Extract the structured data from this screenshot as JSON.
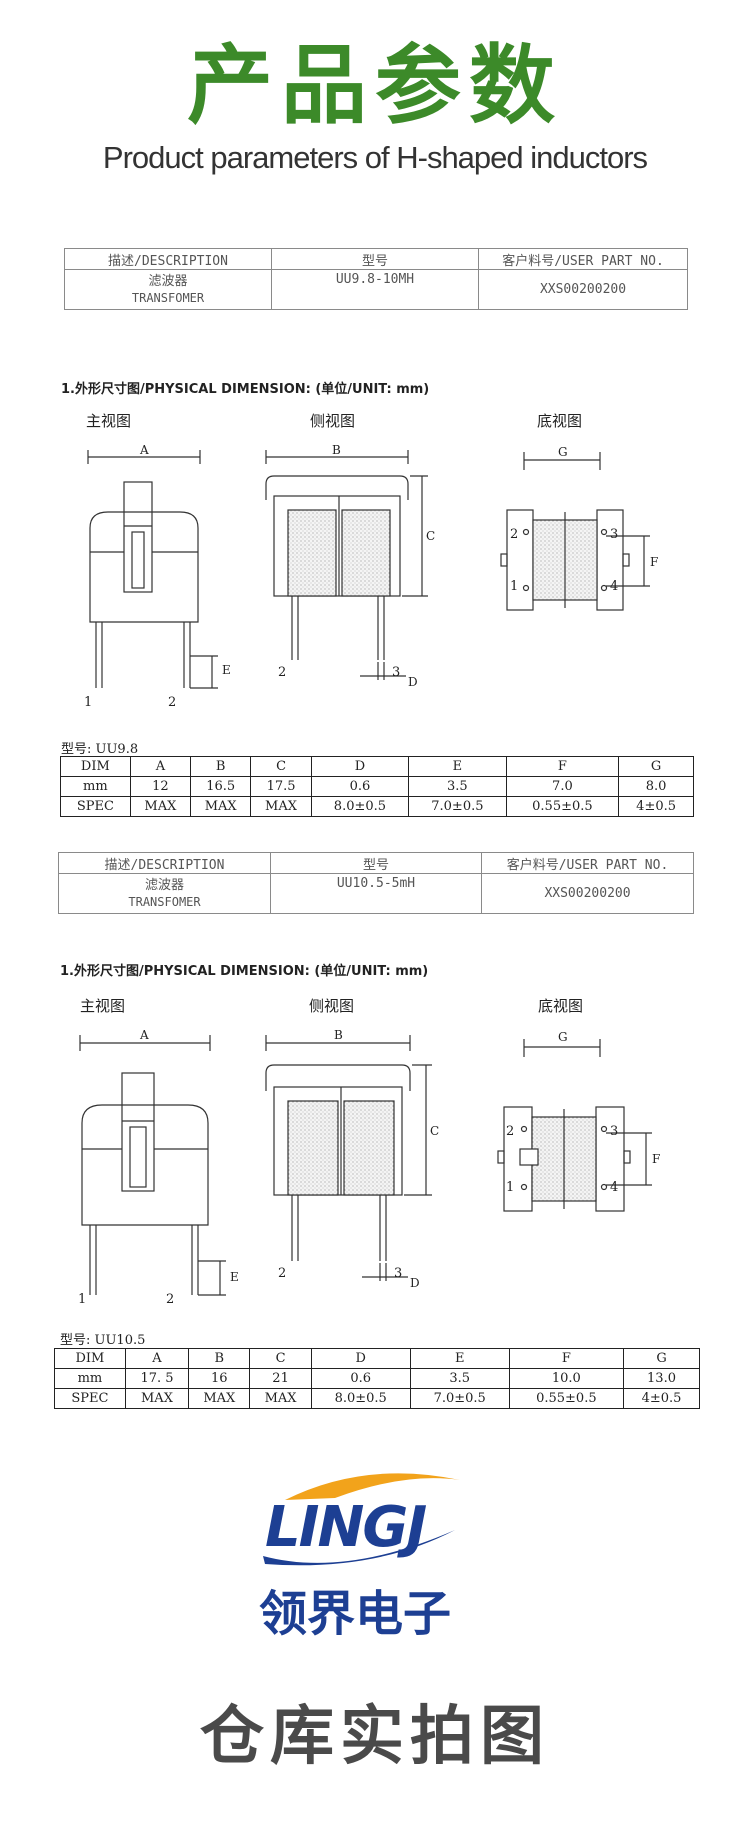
{
  "header": {
    "title": "产品参数",
    "subtitle": "Product parameters of H-shaped inductors"
  },
  "colors": {
    "title_green": "#3c8a29",
    "logo_blue": "#1d3f93",
    "logo_orange": "#f2a31b",
    "footer_gray": "#4a4a4a",
    "line_gray": "#333333"
  },
  "products": [
    {
      "info": {
        "col_description": "描述/DESCRIPTION",
        "col_model": "型号",
        "col_part_no": "客户料号/USER PART NO.",
        "description_cn": "滤波器",
        "description_en": "TRANSFOMER",
        "model": "UU9.8-10MH",
        "part_no": "XXS00200200"
      },
      "section_heading": "1.外形尺寸图/PHYSICAL DIMENSION: (单位/UNIT: mm)",
      "views": {
        "front": "主视图",
        "side": "侧视图",
        "bottom": "底视图"
      },
      "model_label": "型号: UU9.8",
      "dims": {
        "header": [
          "DIM",
          "A",
          "B",
          "C",
          "D",
          "E",
          "F",
          "G"
        ],
        "rows": [
          [
            "mm",
            "12",
            "16.5",
            "17.5",
            "0.6",
            "3.5",
            "7.0",
            "8.0"
          ],
          [
            "SPEC",
            "MAX",
            "MAX",
            "MAX",
            "8.0±0.5",
            "7.0±0.5",
            "0.55±0.5",
            "4±0.5"
          ]
        ]
      }
    },
    {
      "info": {
        "col_description": "描述/DESCRIPTION",
        "col_model": "型号",
        "col_part_no": "客户料号/USER PART NO.",
        "description_cn": "滤波器",
        "description_en": "TRANSFOMER",
        "model": "UU10.5-5mH",
        "part_no": "XXS00200200"
      },
      "section_heading": "1.外形尺寸图/PHYSICAL DIMENSION: (单位/UNIT: mm)",
      "views": {
        "front": "主视图",
        "side": "侧视图",
        "bottom": "底视图"
      },
      "model_label": "型号: UU10.5",
      "dims": {
        "header": [
          "DIM",
          "A",
          "B",
          "C",
          "D",
          "E",
          "F",
          "G"
        ],
        "rows": [
          [
            "mm",
            "17. 5",
            "16",
            "21",
            "0.6",
            "3.5",
            "10.0",
            "13.0"
          ],
          [
            "SPEC",
            "MAX",
            "MAX",
            "MAX",
            "8.0±0.5",
            "7.0±0.5",
            "0.55±0.5",
            "4±0.5"
          ]
        ]
      }
    }
  ],
  "drawing_labels": {
    "dim_a": "A",
    "dim_b": "B",
    "dim_c": "C",
    "dim_d": "D",
    "dim_e": "E",
    "dim_f": "F",
    "dim_g": "G",
    "pin_1": "1",
    "pin_2": "2",
    "pin_3": "3",
    "pin_4": "4"
  },
  "logo": {
    "wordmark": "LINGJ",
    "name_cn": "领界电子"
  },
  "footer": {
    "title": "仓库实拍图"
  }
}
